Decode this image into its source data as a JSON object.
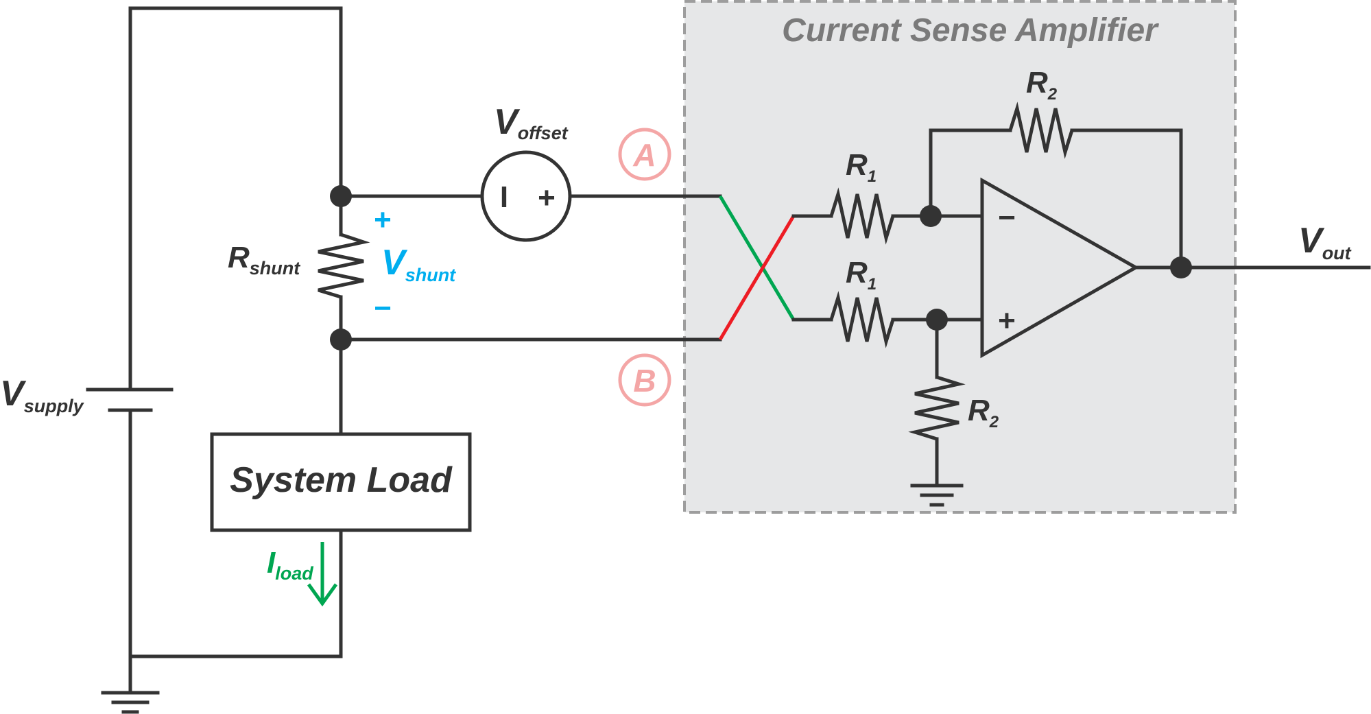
{
  "amplifier": {
    "title": "Current Sense Amplifier",
    "box_fill": "#e6e7e8",
    "box_stroke": "#9d9d9d"
  },
  "labels": {
    "v_supply_main": "V",
    "v_supply_sub": "supply",
    "r_shunt_main": "R",
    "r_shunt_sub": "shunt",
    "v_shunt_main": "V",
    "v_shunt_sub": "shunt",
    "v_shunt_plus": "+",
    "v_shunt_minus": "−",
    "v_offset_main": "V",
    "v_offset_sub": "offset",
    "v_offset_minus_sign": "I",
    "v_offset_plus_sign": "+",
    "system_load": "System Load",
    "i_load_main": "I",
    "i_load_sub": "load",
    "node_a": "A",
    "node_b": "B",
    "r1_top_main": "R",
    "r1_top_sub": "1",
    "r1_bottom_main": "R",
    "r1_bottom_sub": "1",
    "r2_feedback_main": "R",
    "r2_feedback_sub": "2",
    "r2_ground_main": "R",
    "r2_ground_sub": "2",
    "opamp_minus": "−",
    "opamp_plus": "+",
    "v_out_main": "V",
    "v_out_sub": "out"
  },
  "colors": {
    "wire": "#333333",
    "v_shunt": "#00aeef",
    "i_load": "#00a651",
    "node_label": "#f4a6a6",
    "cross_green": "#00a651",
    "cross_red": "#ed1c24"
  }
}
